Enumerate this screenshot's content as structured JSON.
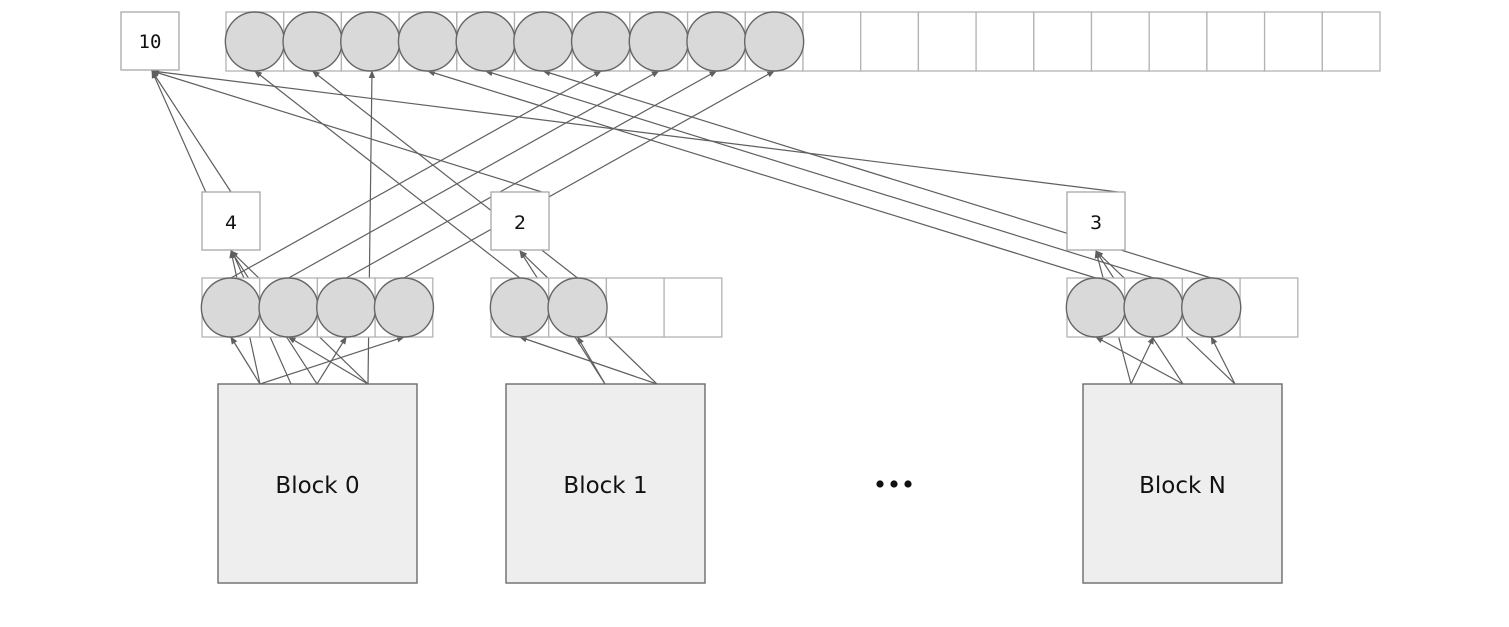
{
  "diagram": {
    "title": "",
    "global_counter": {
      "label": "10"
    },
    "global_array": {
      "capacity": 20,
      "filled": 10
    },
    "blocks": [
      {
        "name": "Block 0",
        "local_count": "4",
        "capacity": 4,
        "filled": 4
      },
      {
        "name": "Block 1",
        "local_count": "2",
        "capacity": 4,
        "filled": 2
      },
      {
        "name": "Block N",
        "local_count": "3",
        "capacity": 4,
        "filled": 3
      }
    ],
    "ellipsis": "•••",
    "colors": {
      "item_fill": "#d9d9d9",
      "item_stroke": "#666666",
      "block_fill": "#eeeeee",
      "cell_stroke": "#b3b3b3",
      "edge": "#5f5f5f"
    }
  }
}
